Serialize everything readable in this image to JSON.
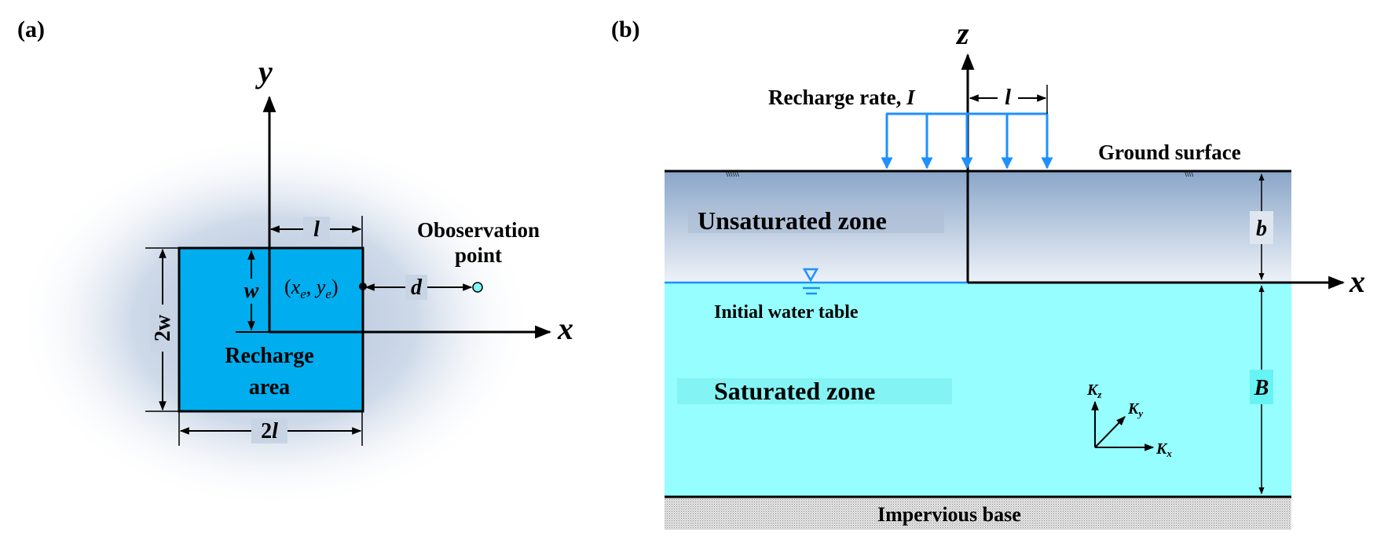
{
  "panel_a": {
    "label": "(a)",
    "axis_y": "y",
    "axis_x": "x",
    "dim_l": "l",
    "dim_2l": "2l",
    "dim_w": "w",
    "dim_2w": "2w",
    "dim_d": "d",
    "edge_point": {
      "open": "(",
      "x": "x",
      "x_sub": "e",
      "sep": ", ",
      "y": "y",
      "y_sub": "e",
      "close": ")"
    },
    "recharge_area": [
      "Recharge",
      "area"
    ],
    "observation_point": [
      "Oboservation",
      "point"
    ],
    "colors": {
      "recharge_area": "#00aeef",
      "observation_point": "#7ff5f5",
      "halo": "#a9bdd6"
    }
  },
  "panel_b": {
    "label": "(b)",
    "axis_z": "z",
    "axis_x": "x",
    "recharge_rate": "Recharge rate, ",
    "recharge_symbol": "I",
    "dim_l": "l",
    "ground_surface": "Ground surface",
    "unsaturated_zone": "Unsaturated zone",
    "initial_water_table": "Initial water table",
    "saturated_zone": "Saturated zone",
    "impervious_base": "Impervious base",
    "dim_b": "b",
    "dim_B": "B",
    "k_labels": {
      "kz": "K",
      "kz_sub": "z",
      "ky": "K",
      "ky_sub": "y",
      "kx": "K",
      "kx_sub": "x"
    },
    "colors": {
      "recharge_arrows": "#1e90ff",
      "saturated": "#96fefe",
      "unsaturated_top": "#8aa6c9",
      "unsaturated_bottom": "#eef2f8",
      "water_table": "#1e90ff"
    }
  }
}
